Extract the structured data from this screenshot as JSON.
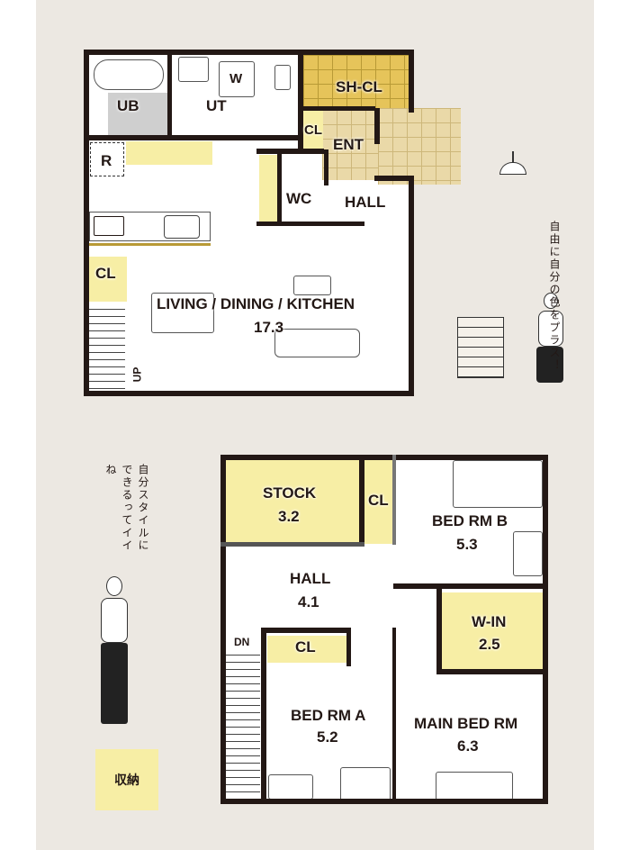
{
  "floor1": {
    "rooms": {
      "ub": "UB",
      "ut": "UT",
      "w": "W",
      "sh_cl": "SH-CL",
      "cl_ent": "CL",
      "ent": "ENT",
      "r": "R",
      "wc": "WC",
      "hall": "HALL",
      "cl": "CL",
      "ldk": "LIVING / DINING / KITCHEN",
      "ldk_area": "17.3",
      "up": "UP"
    }
  },
  "floor2": {
    "rooms": {
      "stock": "STOCK",
      "stock_area": "3.2",
      "cl_b": "CL",
      "bed_b": "BED RM B",
      "bed_b_area": "5.3",
      "hall": "HALL",
      "hall_area": "4.1",
      "w_in": "W-IN",
      "w_in_area": "2.5",
      "dn": "DN",
      "cl_a": "CL",
      "bed_a": "BED RM A",
      "bed_a_area": "5.2",
      "main_bed": "MAIN BED RM",
      "main_bed_area": "6.3"
    }
  },
  "captions": {
    "top_right": "自由に自分の色をプラス！",
    "left": "自分スタイルにできるってイイね"
  },
  "legend": {
    "storage_label": "収納",
    "storage_color": "#f7eea5"
  }
}
